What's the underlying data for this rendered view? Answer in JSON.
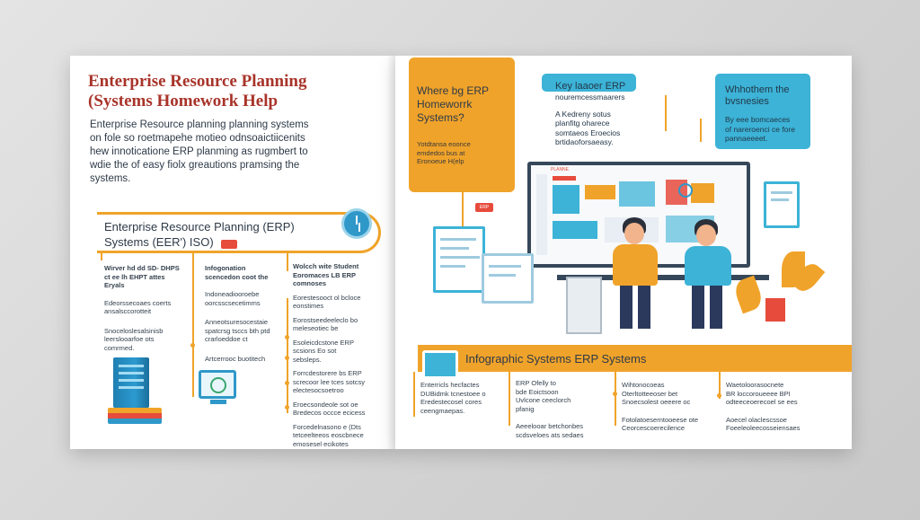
{
  "left": {
    "title_lines": [
      "Enterprise Resource Planning",
      "(Systems Homework Help"
    ],
    "intro_lines": [
      "Enterprise Resource planning planning systems",
      "on fole so roetmapehe motieo odnsoaictiicenits",
      "hew innoticatione ERP planming as rugmbert to",
      "wdie the of easy fiolx greautions pramsing the",
      "systems."
    ],
    "banner_lines": [
      "Enterprise Resource Planning (ERP)",
      "Systems (EER') ISO)"
    ],
    "col1": {
      "heading_lines": [
        "Wirver hd dd SD-",
        "DHPS ct ee lh",
        "EHPT attes Eryals"
      ],
      "items": [
        [
          "Edeorssecoaes coerts",
          "ansalsccorotteit"
        ],
        [
          "Snoceloslesalsinisb",
          "leerslooarfoe ots",
          "comrmed."
        ]
      ]
    },
    "col2": {
      "heading_lines": [
        "Infogonation",
        "scencedon coot the"
      ],
      "items": [
        [
          "Indoneadiooroebe",
          "oorcsscsecetimms"
        ],
        [
          "Anneotsuresocestaie",
          "spatcrsg tsccs bth ptd",
          "crarloeddoe ct"
        ],
        [
          "Artcerrooc buotitech"
        ]
      ]
    },
    "col3": {
      "heading_lines": [
        "Wolcch wite Student",
        "Eoromaces LB",
        "ERP comnoses"
      ],
      "items": [
        [
          "Eorestesooct ol bcloce",
          "eonstimes"
        ],
        [
          "Eorostseedeeleclo bo",
          "meleseotiec be"
        ],
        [
          "Esoleicdcstone ERP",
          "scsions Eo sot",
          "sebsleps."
        ],
        [
          "Forrcdestorere bs ERP",
          "screcoor lee tces sotcsy",
          "electesocsoetroo"
        ],
        [
          "Eroecsondeole sot oe",
          "Bredecos occce ecicess"
        ],
        [
          "Forcedelnasono e (Dts",
          "tetceelteeos eoscbnece",
          "emosesel ecikotes"
        ]
      ]
    }
  },
  "right": {
    "yellow_box": {
      "title_lines": [
        "Where bg ERP",
        "Homeworrk",
        "Systems?"
      ],
      "body_lines": [
        "Yotdtansa eoonce",
        "emdedos bus at",
        "Eronoeue H(elp"
      ]
    },
    "box_key": {
      "title_lines": [
        "Key laaoer ERP",
        "nouremcessmaarers"
      ],
      "body_lines": [
        "A Kedreny sotus",
        "planfitg oharece",
        "somtaeos Eroecios",
        "brtidaoforsaeasy."
      ]
    },
    "box_when": {
      "title_lines": [
        "Whhothem the",
        "bvsnesies"
      ],
      "body_lines": [
        "By eee bomcaeces",
        "of nareroenci ce fore",
        "pannaeeeet."
      ]
    },
    "screen_label": "PLANNE",
    "sticker_label": "ERP",
    "banner_text": "Infographic Systems ERP Systems",
    "bottom_cols": [
      [
        "Enterricls hecfactes",
        "DUBidmk tcnestoee o",
        "Eredestecosel cores",
        "ceengmaepas."
      ],
      [
        "ERP Ofelly to",
        "bde Eoictsoon",
        "Uvlcone ceeclorch",
        "pfanig",
        "Aeeelooar betchonbes",
        "scdsveloes ats sedaes"
      ],
      [
        "Wihtonocoeas",
        "Oterltotteeoser bet",
        "Snoecsolest oeeere oc",
        "Fotolatoeserntooeese ote",
        "Ceorcescoerecilence"
      ],
      [
        "Waetoloorasocnete",
        "BR loccoroueeee BPI",
        "odteeceoerecoel se ees",
        "Aoecel olaclescssoe",
        "Foeeleoleecosseiensaes"
      ]
    ]
  },
  "colors": {
    "accent_orange": "#f0a32a",
    "accent_blue": "#3cb3d7",
    "title_red": "#a8342a",
    "text_dark": "#2e3a48"
  }
}
